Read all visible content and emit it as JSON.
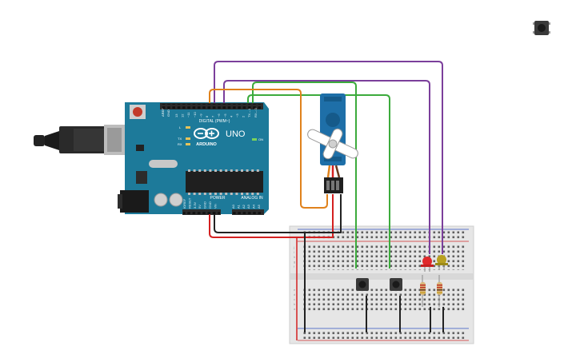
{
  "arduino": {
    "brand": "ARDUINO",
    "model": "UNO",
    "digital_label": "DIGITAL (PWM~)",
    "power_label": "POWER",
    "analog_label": "ANALOG IN",
    "on_label": "ON",
    "tx_label": "TX",
    "rx_label": "RX",
    "l_label": "L",
    "aref_label": "AREF",
    "gnd_label": "GND",
    "digital_pins": [
      "13",
      "12",
      "~11",
      "~10",
      "~9",
      "8",
      "7",
      "~6",
      "~5",
      "4",
      "~3",
      "2",
      "TX→1",
      "RX←0"
    ],
    "power_pins": [
      "IOREF",
      "RESET",
      "3.3V",
      "5V",
      "GND",
      "GND",
      "Vin"
    ],
    "analog_pins": [
      "A0",
      "A1",
      "A2",
      "A3",
      "A4",
      "A5"
    ]
  },
  "breadboard": {
    "row_letters_top": [
      "j",
      "i",
      "h",
      "g",
      "f"
    ],
    "row_letters_bottom": [
      "e",
      "d",
      "c",
      "b",
      "a"
    ]
  },
  "colors": {
    "board": "#1d7a9a",
    "board_dark": "#13627e",
    "header": "#2b2b2b",
    "wire_purple": "#7b3f9b",
    "wire_green": "#3cab3c",
    "wire_orange": "#e0821c",
    "wire_red": "#d42020",
    "wire_black": "#222222",
    "servo_blue": "#1e6fa8",
    "led_red": "#e0282a",
    "led_yellow": "#b8a020",
    "breadboard": "#e6e6e6",
    "rail_red": "#d22a2a",
    "rail_blue": "#3050c0"
  },
  "icons": {
    "floating_button": "pushbutton-icon",
    "usb": "usb-connector-icon",
    "power_jack": "dc-jack-icon"
  }
}
